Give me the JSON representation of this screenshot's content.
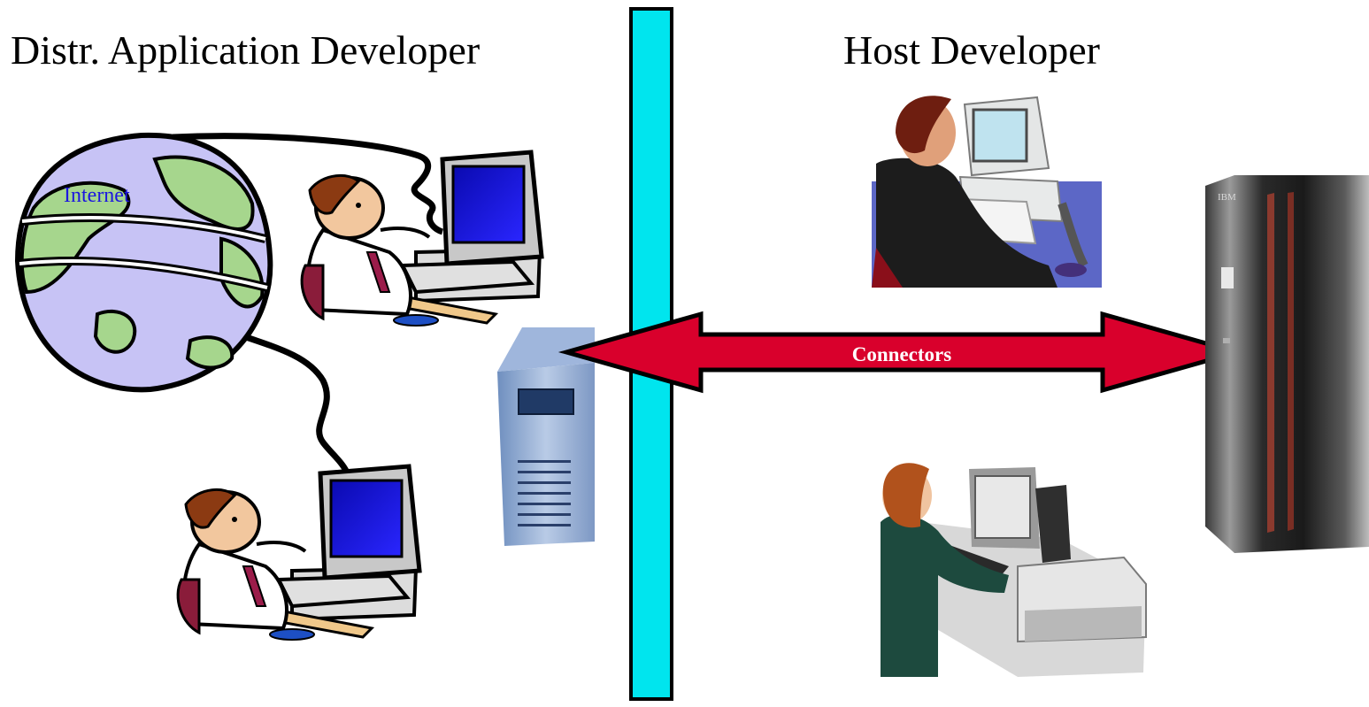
{
  "titles": {
    "left": "Distr. Application Developer",
    "right": "Host Developer"
  },
  "globe": {
    "label": "Internet"
  },
  "connector": {
    "label": "Connectors"
  },
  "mainframe": {
    "brand": "IBM"
  },
  "colors": {
    "firewall": "#00e5ee",
    "arrow": "#d9002c",
    "globe_ocean": "#c7c3f5",
    "globe_land": "#a6d68d",
    "monitor_screen": "#1a14d8",
    "internet_label": "#1c16e0"
  }
}
